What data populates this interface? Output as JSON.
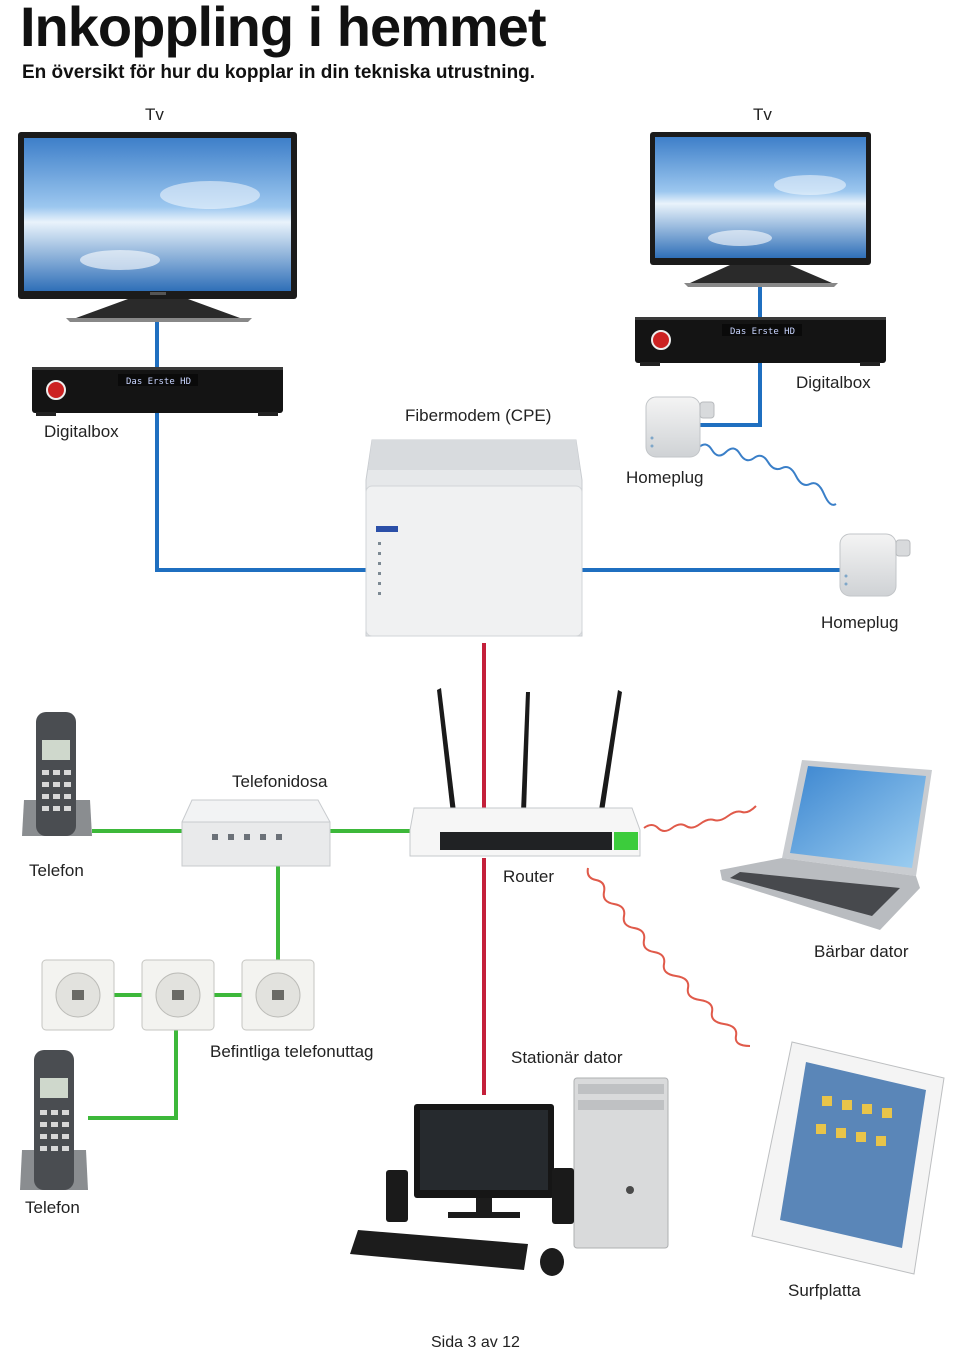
{
  "header": {
    "title": "Inkoppling i hemmet",
    "subtitle": "En översikt för hur du kopplar in din tekniska utrustning."
  },
  "labels": {
    "tv_left": "Tv",
    "tv_right": "Tv",
    "digitalbox_left": "Digitalbox",
    "digitalbox_right": "Digitalbox",
    "fibermodem": "Fibermodem (CPE)",
    "homeplug_top": "Homeplug",
    "homeplug_bottom": "Homeplug",
    "telefonidosa": "Telefonidosa",
    "telefon_top": "Telefon",
    "router": "Router",
    "barbar_dator": "Bärbar dator",
    "befintliga_telefonuttag": "Befintliga telefonuttag",
    "stationar_dator": "Stationär dator",
    "telefon_bottom": "Telefon",
    "surfplatta": "Surfplatta"
  },
  "device_screen_text": {
    "digitalbox_display": "Das Erste HD"
  },
  "colors": {
    "tv_cable": "#1f6fc0",
    "fiber_cable": "#c4203a",
    "phone_cable": "#3db83a",
    "wireless": "#e05a4a",
    "homeplug_wireless": "#3a7fc8"
  },
  "footer": {
    "page": "Sida 3 av 12"
  }
}
